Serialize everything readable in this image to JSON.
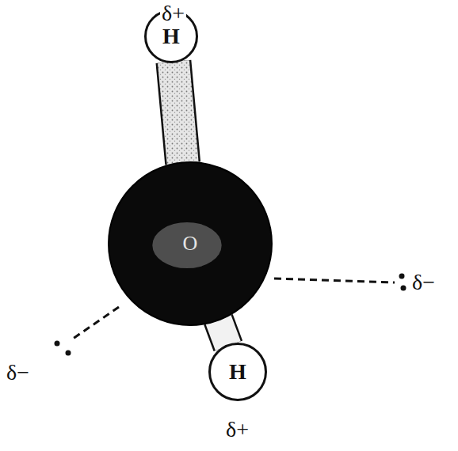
{
  "diagram": {
    "nodes": [
      {
        "text": [
          "H"
        ]
      },
      {
        "text": [
          "O"
        ]
      },
      {
        "text": [
          "H"
        ]
      }
    ],
    "edges": [
      {
        "from": 0,
        "to": 1,
        "arrow": "none"
      },
      {
        "from": 1,
        "to": 2,
        "arrow": "none"
      }
    ],
    "labels": [
      "δ+",
      "δ−",
      "δ−",
      "δ+"
    ]
  }
}
